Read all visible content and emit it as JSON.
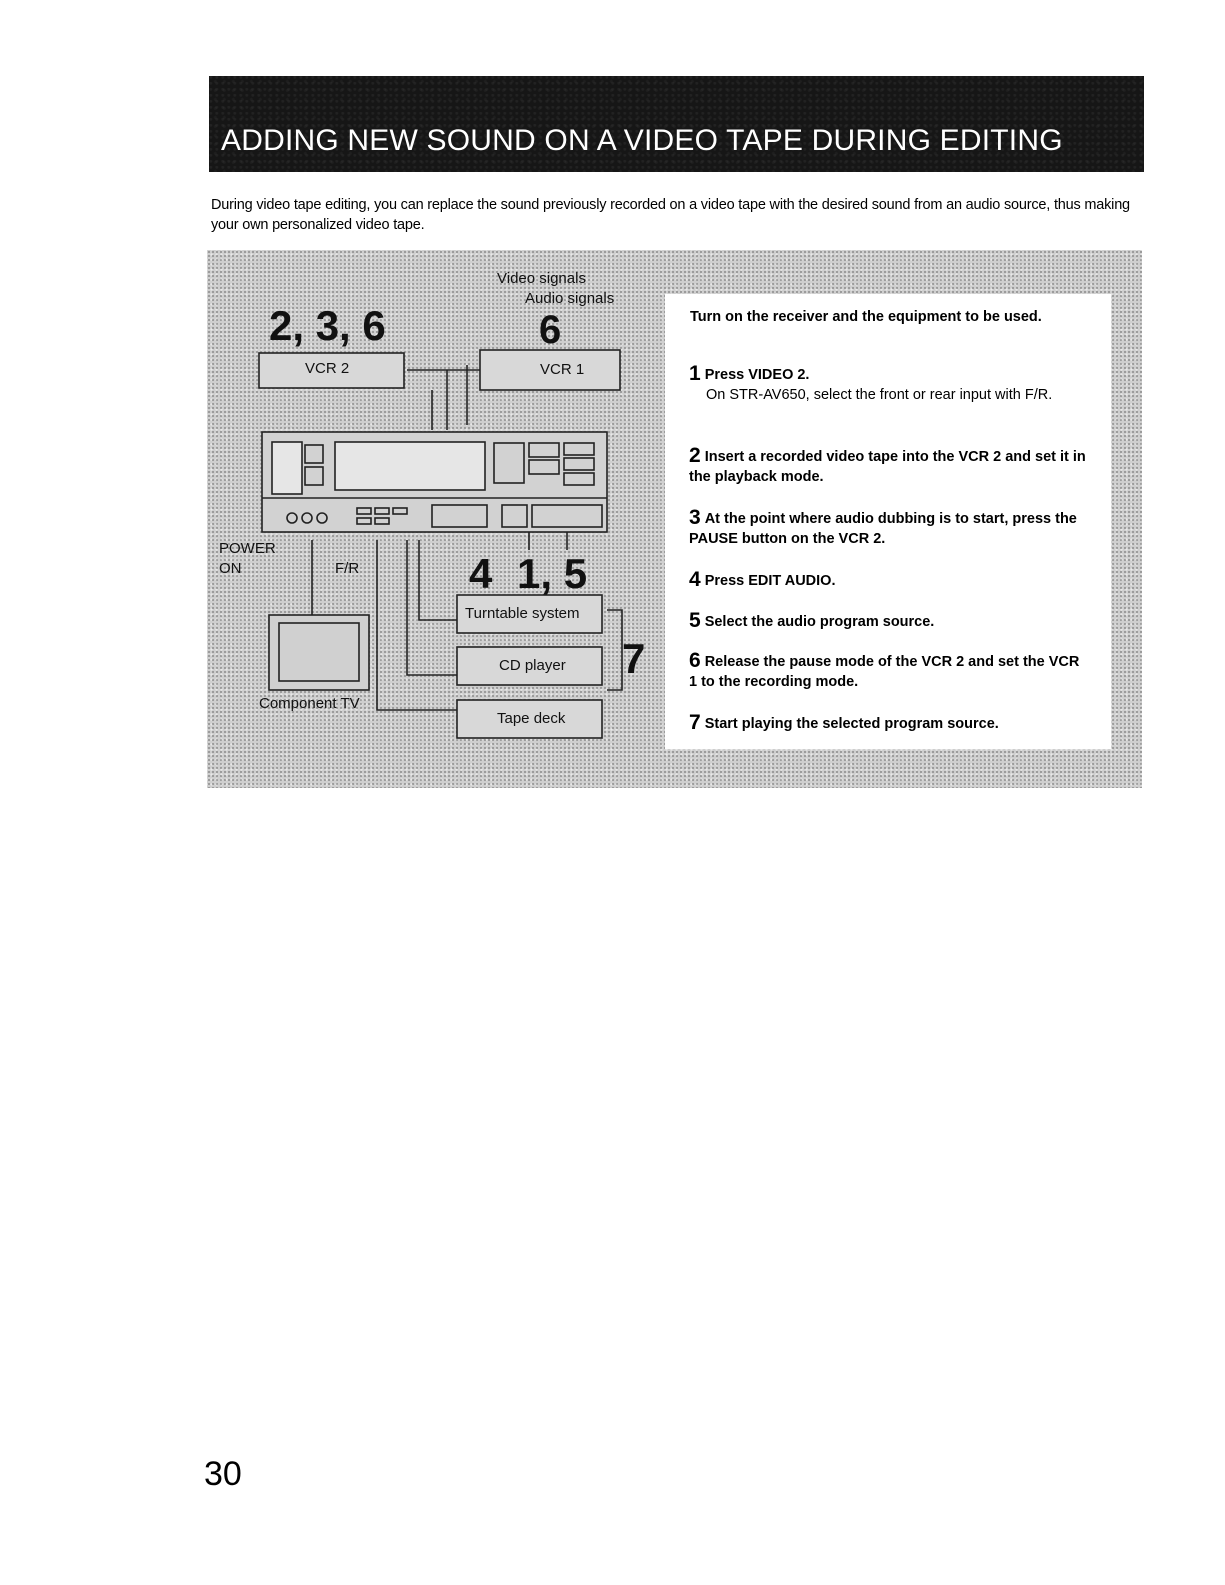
{
  "page": {
    "title": "ADDING NEW SOUND ON A VIDEO TAPE DURING EDITING",
    "intro": "During video tape editing, you can replace the sound previously recorded on a video tape with the desired sound from an audio source, thus making your own personalized video tape.",
    "page_number": "30"
  },
  "diagram": {
    "legend": {
      "video": "Video signals",
      "audio": "Audio signals"
    },
    "step_callouts": {
      "top_left": "2, 3, 6",
      "top_right": "6",
      "bottom_center": "4",
      "bottom_right": "1, 5",
      "right": "7"
    },
    "labels": {
      "vcr2": "VCR 2",
      "vcr1": "VCR 1",
      "power": "POWER",
      "power_on": "ON",
      "fr": "F/R",
      "turntable": "Turntable system",
      "cd": "CD player",
      "tape": "Tape deck",
      "tv": "Component TV"
    }
  },
  "instructions": {
    "intro": "Turn on the receiver and the equipment to be used.",
    "steps": [
      {
        "number": "1",
        "text": "Press VIDEO 2.",
        "sub": "On STR-AV650, select the front or rear input with F/R."
      },
      {
        "number": "2",
        "text": "Insert a recorded video tape into the VCR 2 and set it in the playback mode."
      },
      {
        "number": "3",
        "text": "At the point where audio dubbing is to start, press the PAUSE button on the VCR 2."
      },
      {
        "number": "4",
        "text": "Press EDIT AUDIO."
      },
      {
        "number": "5",
        "text": "Select the audio program source."
      },
      {
        "number": "6",
        "text": "Release the pause mode of the VCR 2 and set the VCR 1 to the recording mode."
      },
      {
        "number": "7",
        "text": "Start playing the selected program source."
      }
    ]
  }
}
